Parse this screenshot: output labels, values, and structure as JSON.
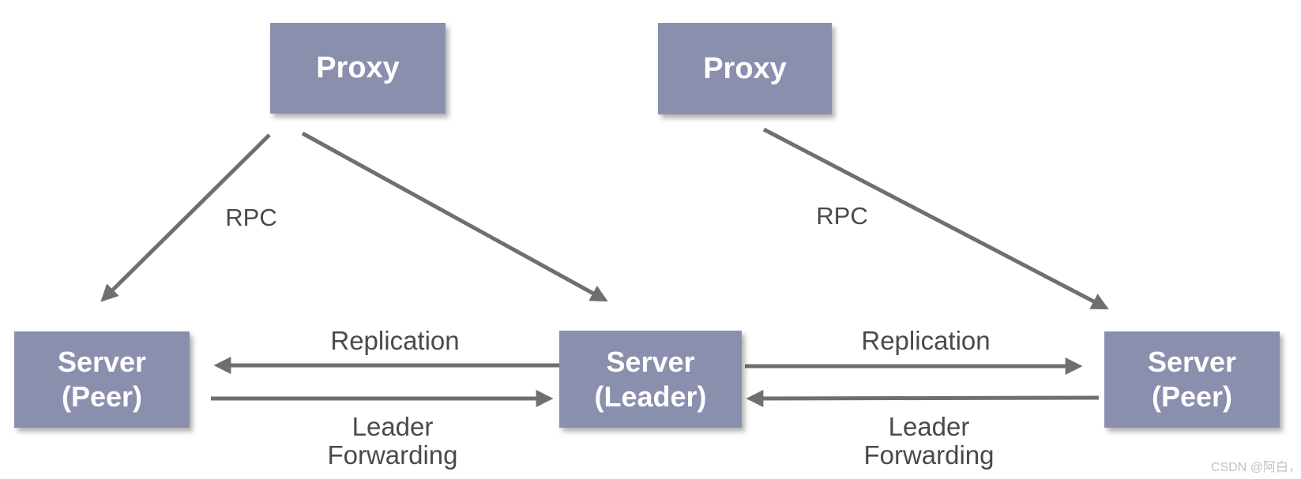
{
  "colors": {
    "background": "#ffffff",
    "node_fill": "#8B8FAE",
    "node_text": "#ffffff",
    "arrow": "#6F6F6F",
    "label_text": "#4A4A4A",
    "watermark_text": "#BFC2C5"
  },
  "nodes": [
    {
      "id": "proxy-1",
      "label": "Proxy"
    },
    {
      "id": "proxy-2",
      "label": "Proxy"
    },
    {
      "id": "server-peer-left",
      "label": "Server\n(Peer)"
    },
    {
      "id": "server-leader",
      "label": "Server\n(Leader)"
    },
    {
      "id": "server-peer-right",
      "label": "Server\n(Peer)"
    }
  ],
  "edges": [
    {
      "from": "proxy-1",
      "to": "server-peer-left",
      "label": "RPC"
    },
    {
      "from": "proxy-1",
      "to": "server-leader",
      "label": "RPC"
    },
    {
      "from": "proxy-2",
      "to": "server-peer-right",
      "label": "RPC"
    },
    {
      "from": "server-leader",
      "to": "server-peer-left",
      "label": "Replication"
    },
    {
      "from": "server-peer-left",
      "to": "server-leader",
      "label": "Leader Forwarding"
    },
    {
      "from": "server-leader",
      "to": "server-peer-right",
      "label": "Replication"
    },
    {
      "from": "server-peer-right",
      "to": "server-leader",
      "label": "Leader Forwarding"
    }
  ],
  "edge_labels": [
    {
      "id": "rpc-left",
      "text": "RPC"
    },
    {
      "id": "rpc-right",
      "text": "RPC"
    },
    {
      "id": "replication-left",
      "text": "Replication"
    },
    {
      "id": "leader-forwarding-left",
      "text": "Leader Forwarding"
    },
    {
      "id": "replication-right",
      "text": "Replication"
    },
    {
      "id": "leader-forwarding-right",
      "text": "Leader Forwarding"
    }
  ],
  "watermark": "CSDN @阿白，"
}
